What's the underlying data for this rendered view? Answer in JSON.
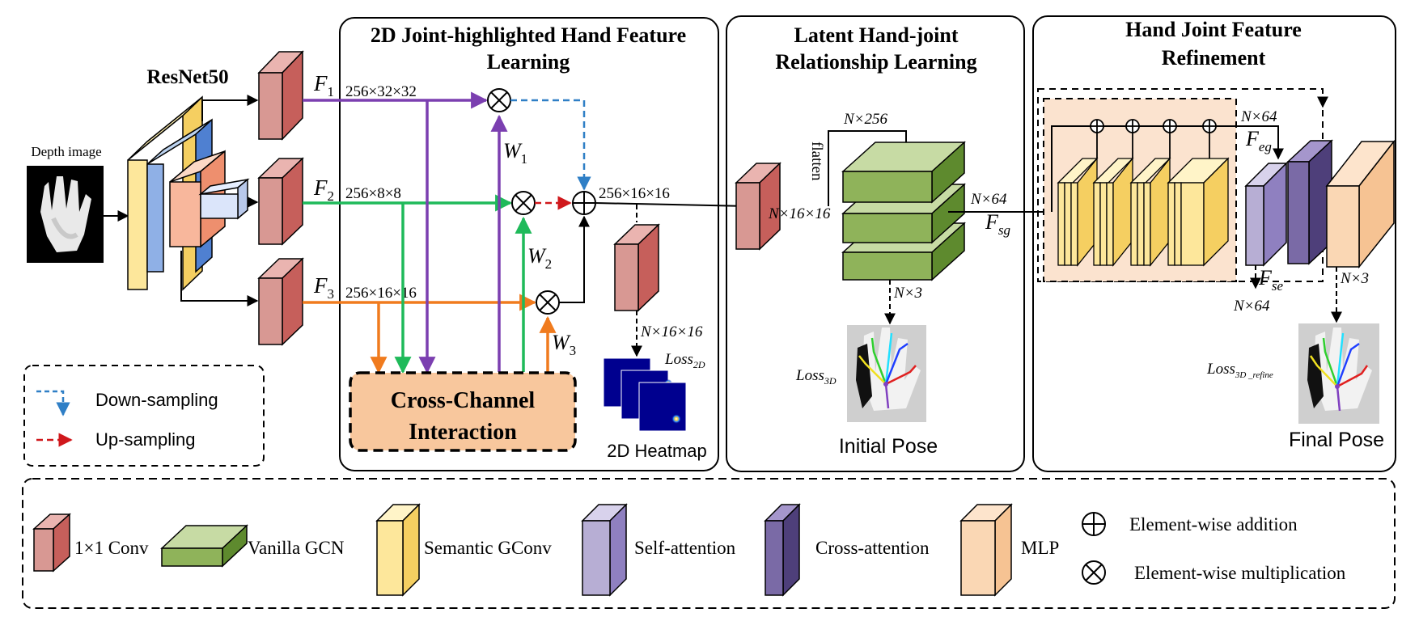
{
  "input": {
    "label": "Depth image"
  },
  "backbone": {
    "label": "ResNet50"
  },
  "features": {
    "f1": {
      "letter": "F",
      "sub": "1",
      "dims": "256×32×32"
    },
    "f2": {
      "letter": "F",
      "sub": "2",
      "dims": "256×8×8"
    },
    "f3": {
      "letter": "F",
      "sub": "3",
      "dims": "256×16×16"
    }
  },
  "weights": {
    "w1": {
      "letter": "W",
      "sub": "1"
    },
    "w2": {
      "letter": "W",
      "sub": "2"
    },
    "w3": {
      "letter": "W",
      "sub": "3"
    }
  },
  "panel1": {
    "title_line1": "2D Joint-highlighted Hand Feature",
    "title_line2": "Learning",
    "fused_dims": "256×16×16",
    "heatmap_dims": "N×16×16",
    "loss_main": "Loss",
    "loss_sub": "2D",
    "heatmap_label": "2D Heatmap",
    "cci_line1": "Cross-Channel",
    "cci_line2": "Interaction"
  },
  "panel2": {
    "title_line1": "Latent  Hand-joint",
    "title_line2": "Relationship Learning",
    "dims_top": "N×256",
    "flatten": "flatten",
    "dims_in": "N×16×16",
    "dims_out": "N×64",
    "fsg_letter": "F",
    "fsg_sub": "sg",
    "dims_pose": "N×3",
    "loss_main": "Loss",
    "loss_sub": "3D",
    "pose_label": "Initial Pose"
  },
  "panel3": {
    "title_line1": "Hand Joint Feature",
    "title_line2": "Refinement",
    "dims_eg": "N×64",
    "feg_letter": "F",
    "feg_sub": "eg",
    "fse_letter": "F",
    "fse_sub": "se",
    "dims_se": "N×64",
    "dims_pose": "N×3",
    "loss_main": "Loss",
    "loss_sub": "3D _refine",
    "pose_label": "Final Pose"
  },
  "sampling_legend": {
    "down": "Down-sampling",
    "up": "Up-sampling"
  },
  "legend": {
    "conv": "1×1 Conv",
    "gcn": "Vanilla GCN",
    "sgconv": "Semantic GConv",
    "self_attn": "Self-attention",
    "cross_attn": "Cross-attention",
    "mlp": "MLP",
    "add": "Element-wise addition",
    "mul": "Element-wise multiplication"
  },
  "colors": {
    "conv": "#d4827e",
    "gcn": "#8fb35a",
    "sgconv": "#fde79b",
    "self_attn": "#b7aed4",
    "cross_attn": "#7a6aa6",
    "mlp": "#f8c79d",
    "purple": "#7b3fb0",
    "green": "#1fba5a",
    "orange": "#f07b1e",
    "down": "#2f7fc6",
    "up": "#d0181c"
  }
}
